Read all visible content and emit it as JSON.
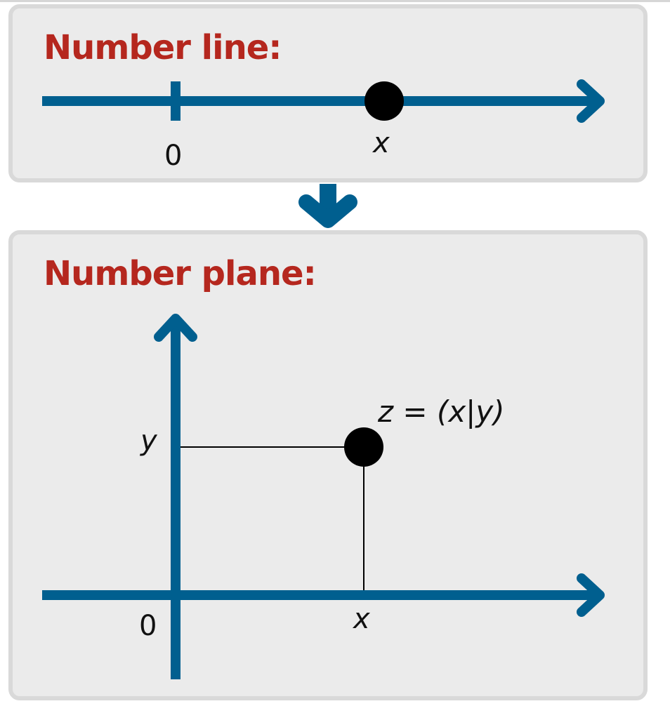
{
  "number_line": {
    "heading": "Number line:",
    "origin_label": "0",
    "point_label": "x"
  },
  "transition_arrow": {
    "icon": "chevron-down-icon"
  },
  "number_plane": {
    "heading": "Number plane:",
    "origin_label": "0",
    "x_label": "x",
    "y_label": "y",
    "point_label": "z = (x|y)"
  },
  "colors": {
    "axis": "#005f8f",
    "heading": "#b5271e",
    "panel_bg": "#ebebeb",
    "panel_border": "#d9d9d9",
    "point": "#000000"
  }
}
